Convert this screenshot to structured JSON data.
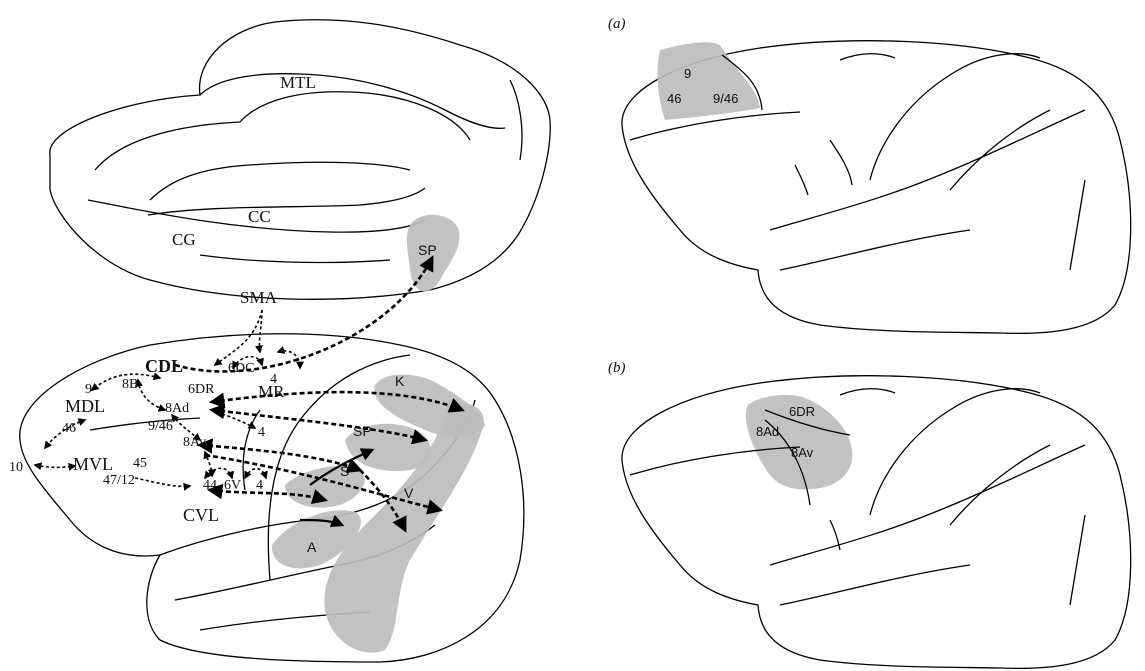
{
  "medial_view": {
    "labels": {
      "mtl": "MTL",
      "cc": "CC",
      "cg": "CG",
      "sma": "SMA",
      "sp": "SP"
    }
  },
  "lateral_view": {
    "regions": {
      "cdl": "CDL",
      "mdl": "MDL",
      "mvl": "MVL",
      "cvl": "CVL",
      "mr": "MR"
    },
    "areas": {
      "a9": "9",
      "a8b": "8B",
      "a6dc": "6DC",
      "a4_top": "4",
      "a6dr": "6DR",
      "a8ad": "8Ad",
      "a46": "46",
      "a9_46": "9/46",
      "a4_mid": "4",
      "a8av": "8Av",
      "a10": "10",
      "a45": "45",
      "a47_12": "47/12",
      "a44": "44",
      "a6v": "6V",
      "a4_low": "4"
    },
    "posterior_regions": {
      "k": "K",
      "sp": "SP",
      "s": "S",
      "v": "V",
      "a": "A"
    }
  },
  "panel_a": {
    "letter": "(a)",
    "areas": {
      "a9": "9",
      "a46": "46",
      "a9_46": "9/46"
    }
  },
  "panel_b": {
    "letter": "(b)",
    "areas": {
      "a6dr": "6DR",
      "a8ad": "8Ad",
      "a8av": "8Av"
    }
  },
  "colors": {
    "shading": "#bdbdbd",
    "line": "#000000",
    "background": "#ffffff"
  }
}
